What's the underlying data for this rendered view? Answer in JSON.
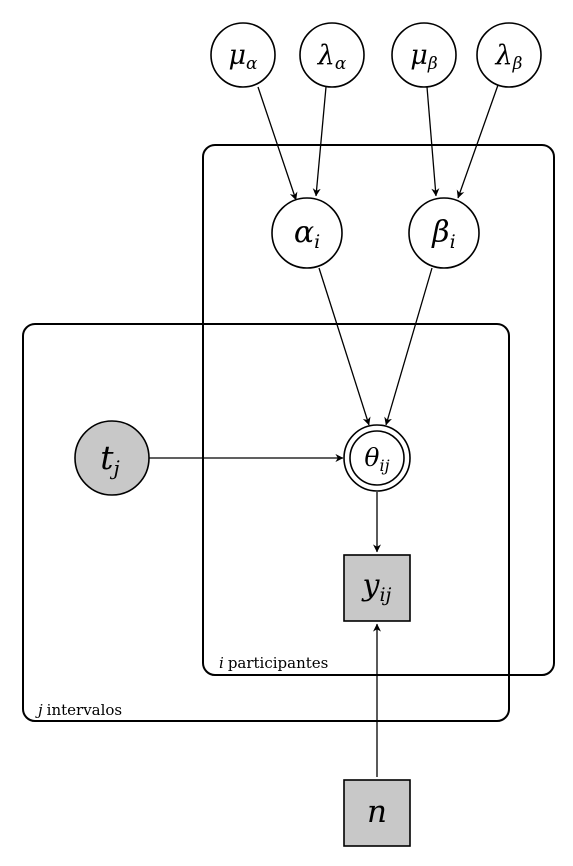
{
  "nodes": {
    "mu_alpha": {
      "symbol": "μ",
      "sub": "α"
    },
    "lambda_alpha": {
      "symbol": "λ",
      "sub": "α"
    },
    "mu_beta": {
      "symbol": "μ",
      "sub": "β"
    },
    "lambda_beta": {
      "symbol": "λ",
      "sub": "β"
    },
    "alpha_i": {
      "symbol": "α",
      "sub": "i"
    },
    "beta_i": {
      "symbol": "β",
      "sub": "i"
    },
    "theta_ij": {
      "symbol": "θ",
      "sub": "ij"
    },
    "t_j": {
      "symbol": "t",
      "sub": "j"
    },
    "y_ij": {
      "symbol": "y",
      "sub": "ij"
    },
    "n": {
      "symbol": "n"
    }
  },
  "plates": {
    "participants": {
      "index": "i",
      "label": "participantes"
    },
    "intervals": {
      "index": "j",
      "label": "intervalos"
    }
  },
  "colors": {
    "observed_fill": "#c8c8c8",
    "stroke": "#000000"
  }
}
